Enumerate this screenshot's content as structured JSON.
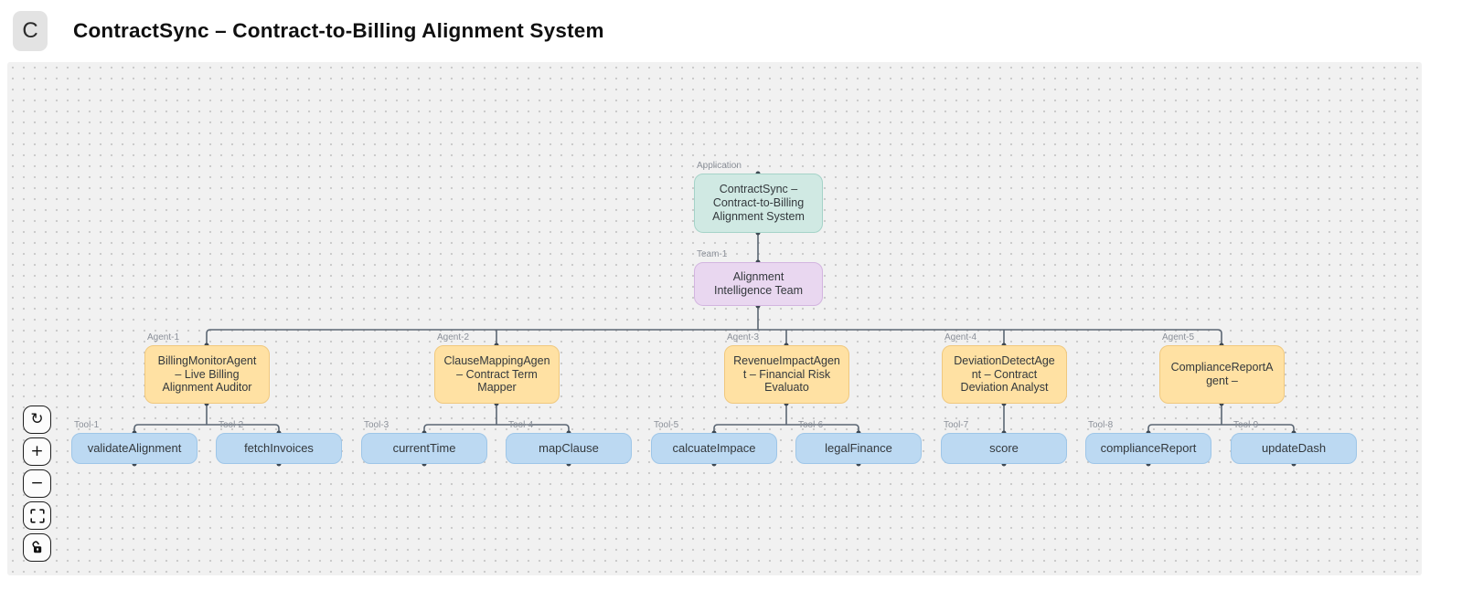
{
  "header": {
    "logo": "C",
    "title": "ContractSync – Contract-to-Billing Alignment System"
  },
  "canvas": {
    "nodes": {
      "application": {
        "label": "Application",
        "lines": [
          "ContractSync –",
          "Contract-to-Billing",
          "Alignment System"
        ]
      },
      "team": {
        "label": "Team-1",
        "lines": [
          "Alignment",
          "Intelligence Team"
        ]
      },
      "agents": [
        {
          "label": "Agent-1",
          "lines": [
            "BillingMonitorAgent",
            "– Live Billing",
            "Alignment Auditor"
          ]
        },
        {
          "label": "Agent-2",
          "lines": [
            "ClauseMappingAgen",
            "– Contract Term",
            "Mapper"
          ]
        },
        {
          "label": "Agent-3",
          "lines": [
            "RevenueImpactAgen",
            "t – Financial Risk",
            "Evaluato"
          ]
        },
        {
          "label": "Agent-4",
          "lines": [
            "DeviationDetectAge",
            "nt – Contract",
            "Deviation Analyst"
          ]
        },
        {
          "label": "Agent-5",
          "lines": [
            "ComplianceReportA",
            "gent –"
          ]
        }
      ],
      "tools": [
        {
          "label": "Tool-1",
          "name": "validateAlignment"
        },
        {
          "label": "Tool-2",
          "name": "fetchInvoices"
        },
        {
          "label": "Tool-3",
          "name": "currentTime"
        },
        {
          "label": "Tool-4",
          "name": "mapClause"
        },
        {
          "label": "Tool-5",
          "name": "calcuateImpace"
        },
        {
          "label": "Tool-6",
          "name": "legalFinance"
        },
        {
          "label": "Tool-7",
          "name": "score"
        },
        {
          "label": "Tool-8",
          "name": "complianceReport"
        },
        {
          "label": "Tool-9",
          "name": "updateDash"
        }
      ]
    },
    "icons": {
      "refresh": "↻",
      "zoom_in": "+",
      "zoom_out": "−"
    }
  },
  "colors": {
    "app-fill": "#d0e9e3",
    "app-border": "#a5d3c8",
    "team-fill": "#e9d7f0",
    "team-border": "#d3b5e0",
    "agent-fill": "#ffe1a3",
    "agent-border": "#f0c87e",
    "tool-fill": "#bcd9f2",
    "tool-border": "#9ec6e8",
    "edge": "#5b6673",
    "handle": "#3e4852",
    "canvas-bg": "#f1f1f1",
    "dot": "#c9c9c9",
    "label": "#8a8f98",
    "node-text": "#33383c",
    "logo-bg": "#e3e3e3"
  }
}
